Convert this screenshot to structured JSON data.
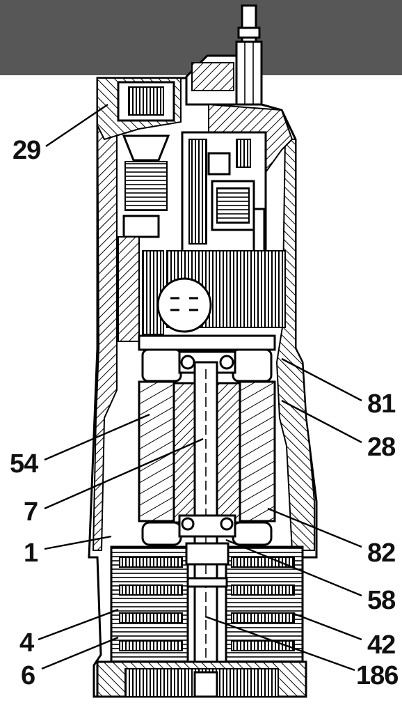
{
  "labels": {
    "l29": "29",
    "l81": "81",
    "l28": "28",
    "l54": "54",
    "l7": "7",
    "l1": "1",
    "l82": "82",
    "l58": "58",
    "l4": "4",
    "l42": "42",
    "l6": "6",
    "l186": "186"
  },
  "colors": {
    "header_bar": "#575757",
    "line": "#000000",
    "background": "#ffffff"
  }
}
